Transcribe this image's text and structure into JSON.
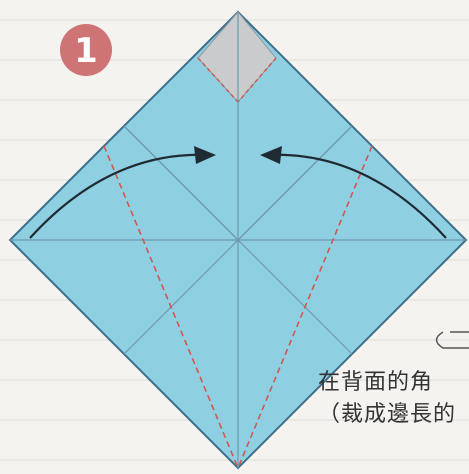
{
  "step": {
    "number": "1"
  },
  "caption": {
    "line1": "在背面的角",
    "line2": "（裁成邊長的"
  },
  "colors": {
    "page_background": "#f4f3ef",
    "ruled_line": "#dcdcdc",
    "paper_blue": "#8fcfe2",
    "paper_edge": "#3d6f8a",
    "crease_line": "#6d98ac",
    "dashed_fold": "#d2574f",
    "gray_corner": "#c9cbcc",
    "step_badge": "#cf7474",
    "arrow": "#1f2b33",
    "caption_text": "#333333"
  },
  "icons": {
    "fold_arrow_left": "curved-arrow-right-icon",
    "fold_arrow_right": "curved-arrow-left-icon",
    "partial_symbol": "partial-shape-icon"
  }
}
